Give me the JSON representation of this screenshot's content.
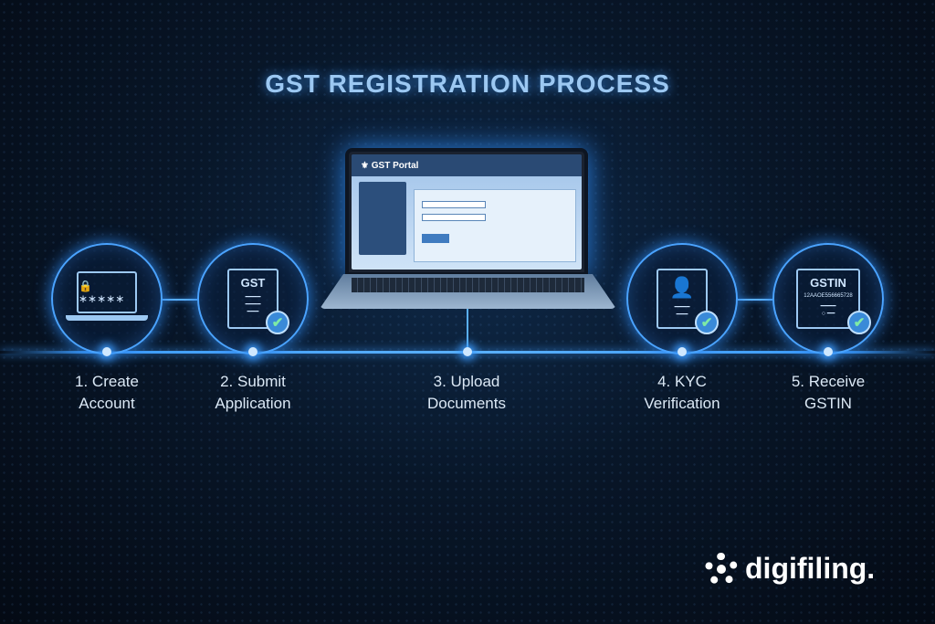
{
  "title": "GST REGISTRATION PROCESS",
  "portal": {
    "title": "GST Portal"
  },
  "steps": [
    {
      "line1": "1. Create",
      "line2": "Account",
      "icon": "laptop-lock-icon"
    },
    {
      "line1": "2. Submit",
      "line2": "Application",
      "icon": "gst-document-icon",
      "doc_text": "GST"
    },
    {
      "line1": "3. Upload",
      "line2": "Documents",
      "icon": "laptop-portal-icon"
    },
    {
      "line1": "4. KYC",
      "line2": "Verification",
      "icon": "id-card-check-icon"
    },
    {
      "line1": "5. Receive",
      "line2": "GSTIN",
      "icon": "certificate-icon",
      "doc_text": "GSTIN",
      "number": "12AAOE556665728"
    }
  ],
  "brand": {
    "name": "digifiling."
  },
  "colors": {
    "accent": "#3c9cff",
    "background": "#081628"
  }
}
